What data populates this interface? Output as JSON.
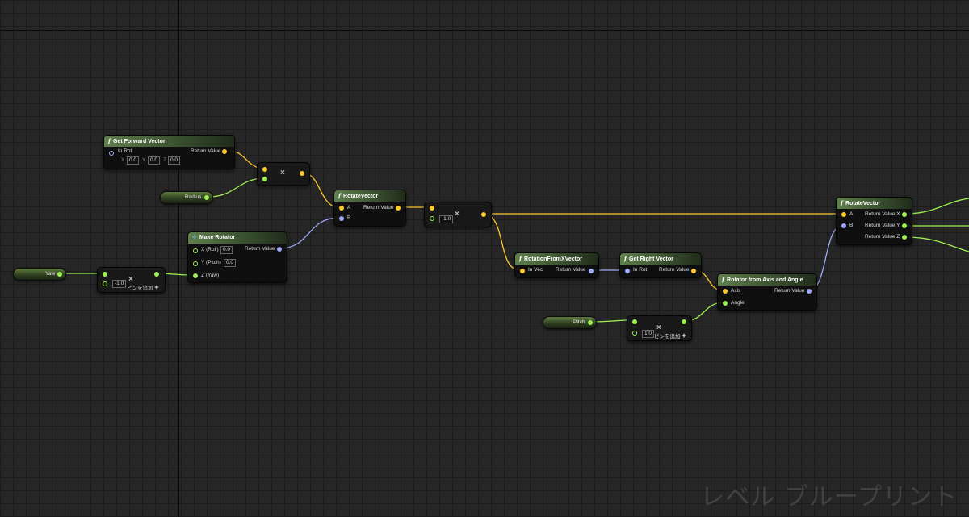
{
  "watermark": "レベル ブループリント",
  "nodes": {
    "get_forward_vector": {
      "title": "Get Forward Vector",
      "in_label": "In Rot",
      "out_label": "Return Value",
      "x_label": "X",
      "x_value": "0.0",
      "y_label": "Y",
      "y_value": "0.0",
      "z_label": "Z",
      "z_value": "0.0"
    },
    "multiply_1": {
      "op": "×"
    },
    "radius": {
      "label": "Radius"
    },
    "rotate_vector_1": {
      "title": "RotateVector",
      "a_label": "A",
      "b_label": "B",
      "out_label": "Return Value"
    },
    "make_rotator": {
      "title": "Make Rotator",
      "x_label": "X (Roll)",
      "x_value": "0.0",
      "y_label": "Y (Pitch)",
      "y_value": "0.0",
      "z_label": "Z (Yaw)",
      "out_label": "Return Value"
    },
    "yaw": {
      "label": "Yaw"
    },
    "multiply_yaw": {
      "op": "×",
      "value": "-1.0",
      "add_pin": "ピンを追加"
    },
    "multiply_2": {
      "op": "×",
      "value": "-1.0"
    },
    "rotation_from_x_vector": {
      "title": "RotationFromXVector",
      "in_label": "In Vec",
      "out_label": "Return Value"
    },
    "get_right_vector": {
      "title": "Get Right Vector",
      "in_label": "In Rot",
      "out_label": "Return Value"
    },
    "rotator_from_axis_angle": {
      "title": "Rotator from Axis and Angle",
      "axis_label": "Axis",
      "angle_label": "Angle",
      "out_label": "Return Value"
    },
    "pitch": {
      "label": "Pitch"
    },
    "multiply_pitch": {
      "op": "×",
      "value": "1.0",
      "add_pin": "ピンを追加"
    },
    "rotate_vector_2": {
      "title": "RotateVector",
      "a_label": "A",
      "b_label": "B",
      "out_x": "Return Value X",
      "out_y": "Return Value Y",
      "out_z": "Return Value Z"
    }
  },
  "colors": {
    "vector_pin": "#fdc72c",
    "rotator_pin": "#a0a9fa",
    "float_pin": "#9ef152",
    "background": "#262626"
  }
}
